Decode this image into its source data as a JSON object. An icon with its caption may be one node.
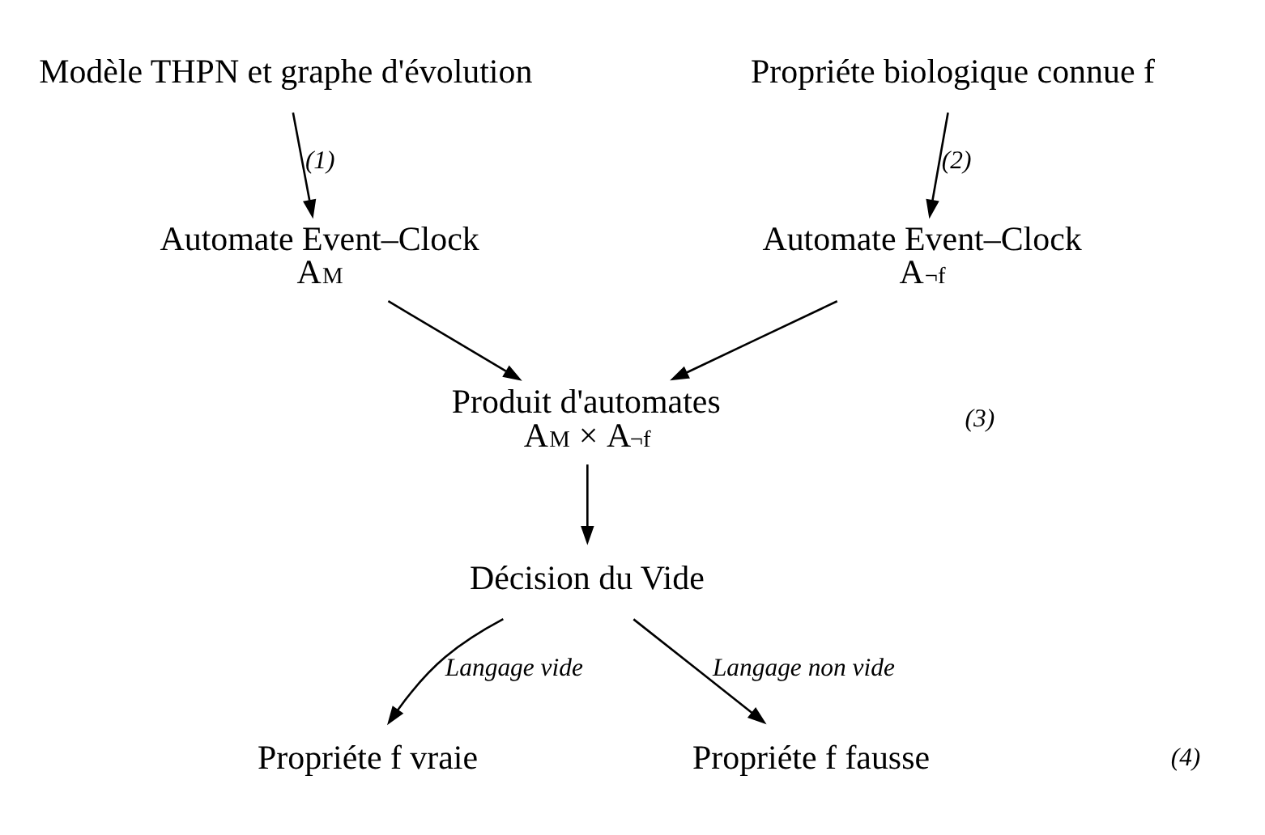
{
  "diagram": {
    "nodes": [
      {
        "text": [
          "Modèle THPN et graphe d'évolution"
        ]
      },
      {
        "text": [
          "Propriéte biologique connue f"
        ]
      },
      {
        "text": [
          "Automate Event–Clock",
          "A$_{M}$"
        ]
      },
      {
        "text": [
          "Automate Event–Clock",
          "A$_{¬f}$"
        ]
      },
      {
        "text": [
          "Produit d'automates",
          "A$_{M}$ × A$_{¬f}$"
        ]
      },
      {
        "text": [
          "Décision du Vide"
        ]
      },
      {
        "text": [
          "Propriéte f vraie"
        ]
      },
      {
        "text": [
          "Propriéte f fausse"
        ]
      }
    ],
    "edges": [
      {
        "from": 0,
        "to": 2,
        "arrow": "to",
        "label": "(1)"
      },
      {
        "from": 1,
        "to": 3,
        "arrow": "to",
        "label": "(2)"
      },
      {
        "from": 2,
        "to": 4,
        "arrow": "to"
      },
      {
        "from": 3,
        "to": 4,
        "arrow": "to"
      },
      {
        "from": 4,
        "to": 5,
        "arrow": "to"
      },
      {
        "from": 5,
        "to": 6,
        "arrow": "to",
        "label": "Langage vide"
      },
      {
        "from": 5,
        "to": 7,
        "arrow": "to",
        "label": "Langage non vide"
      }
    ],
    "labels": [
      "(3)",
      "(4)"
    ]
  }
}
